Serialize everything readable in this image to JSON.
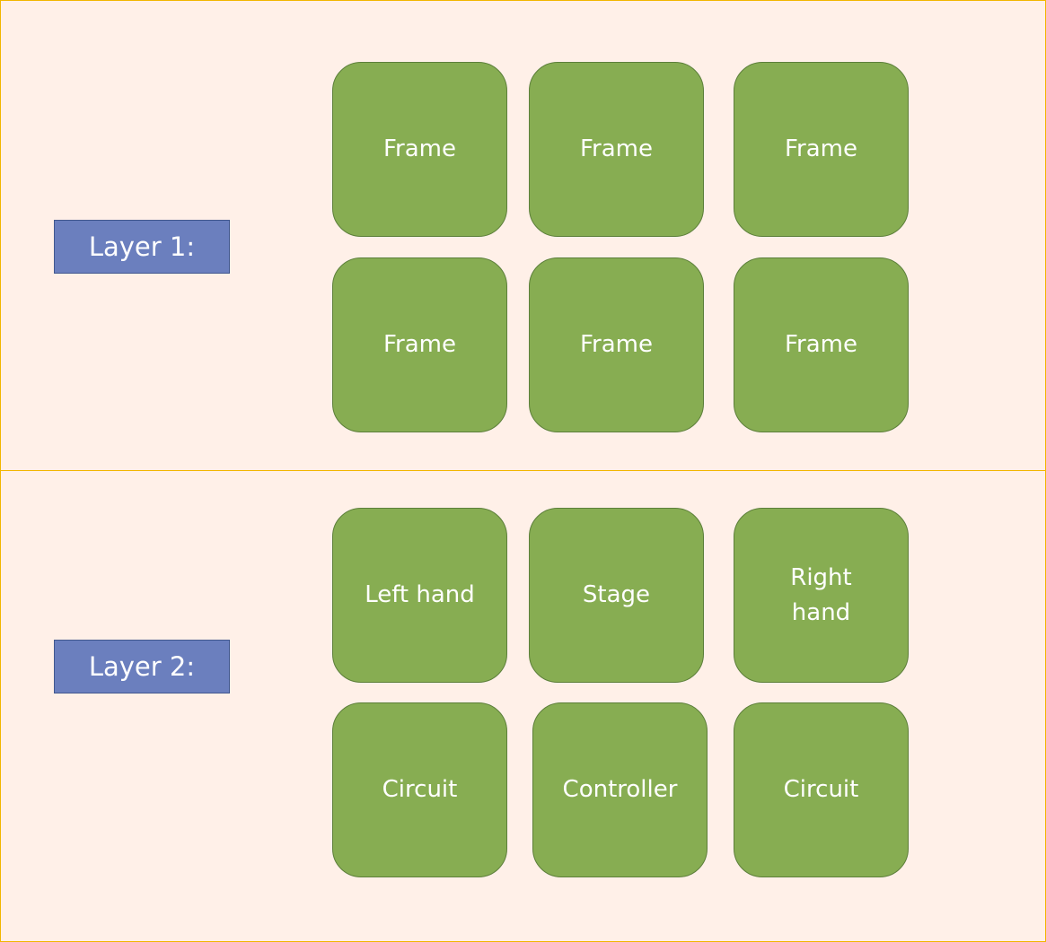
{
  "colors": {
    "panel_background": "#fff0e8",
    "panel_border": "#f2b600",
    "label_background": "#6b7fbe",
    "node_fill": "#87ad52"
  },
  "layer1": {
    "label": "Layer 1:",
    "nodes": [
      "Frame",
      "Frame",
      "Frame",
      "Frame",
      "Frame",
      "Frame"
    ]
  },
  "layer2": {
    "label": "Layer 2:",
    "nodes": [
      "Left hand",
      "Stage",
      "Right hand",
      "Circuit",
      "Controller",
      "Circuit"
    ]
  }
}
